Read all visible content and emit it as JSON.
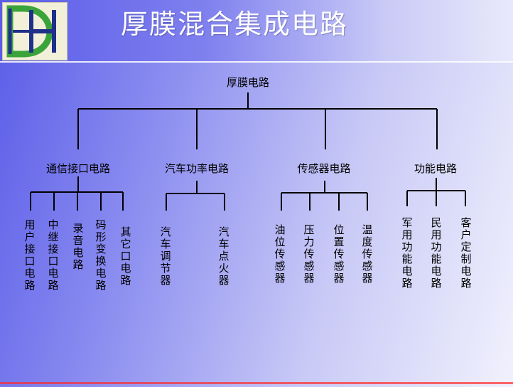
{
  "slide_title": "厚膜混合集成电路",
  "root": "厚膜电路",
  "categories": [
    {
      "label": "通信接口电路",
      "leaves": [
        "用户接口电路",
        "中继接口电路",
        "录音电路",
        "码形变换电路",
        "其它口电路"
      ]
    },
    {
      "label": "汽车功率电路",
      "leaves": [
        "汽车调节器",
        "汽车点火器"
      ]
    },
    {
      "label": "传感器电路",
      "leaves": [
        "油位传感器",
        "压力传感器",
        "位置传感器",
        "温度传感器"
      ]
    },
    {
      "label": "功能电路",
      "leaves": [
        "军用功能电路",
        "民用功能电路",
        "客户定制电路"
      ]
    }
  ],
  "colors": {
    "line": "#000000",
    "accent_bottom": "#ff2a2a",
    "logo_green": "#3aa43a",
    "logo_blue": "#1f2f8a"
  }
}
